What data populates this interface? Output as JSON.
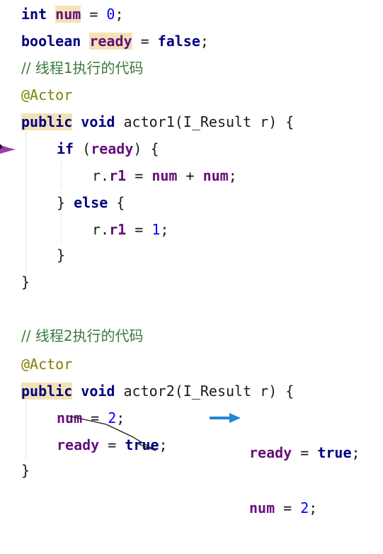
{
  "lines": {
    "l1": {
      "type": "int",
      "name": "num",
      "op": " = ",
      "value": "0",
      "end": ";"
    },
    "l2": {
      "type": "boolean",
      "name": "ready",
      "op": " = ",
      "value": "false",
      "end": ";"
    },
    "l3": {
      "comment": "// 线程1执行的代码"
    },
    "l4": {
      "annotation": "@Actor"
    },
    "l5": {
      "kw1": "public",
      "kw2": "void",
      "sig": "actor1(I_Result r) {"
    },
    "l6": {
      "kw": "if",
      "open": " (",
      "cond": "ready",
      "close": ") {"
    },
    "l7": {
      "pre": "r.",
      "field": "r1",
      "op": " = ",
      "a": "num",
      "plus": " + ",
      "b": "num",
      "end": ";"
    },
    "l8": {
      "brace": "} ",
      "kw": "else",
      "open": " {"
    },
    "l9": {
      "pre": "r.",
      "field": "r1",
      "op": " = ",
      "value": "1",
      "end": ";"
    },
    "l10": {
      "text": "}"
    },
    "l11": {
      "text": "}"
    },
    "l12": {
      "comment": "// 线程2执行的代码"
    },
    "l13": {
      "annotation": "@Actor"
    },
    "l14": {
      "kw1": "public",
      "kw2": "void",
      "sig": "actor2(I_Result r) {"
    },
    "l15": {
      "field": "num",
      "op": " = ",
      "value": "2",
      "end": ";"
    },
    "l16": {
      "field": "ready",
      "op": " = ",
      "value": "true",
      "end": ";"
    },
    "l17": {
      "text": "}"
    }
  },
  "note": {
    "line1": {
      "field": "ready",
      "op": " = ",
      "value": "true",
      "end": ";"
    },
    "line2": {
      "field": "num",
      "op": " = ",
      "value": "2",
      "end": ";"
    }
  },
  "colors": {
    "keyword": "#000080",
    "field": "#660e7a",
    "number": "#0000ff",
    "annotation": "#808000",
    "comment": "#808080",
    "highlight": "#f3e2b6",
    "left_marker": "#9b3ba6",
    "note_arrow": "#1e88d8"
  },
  "icons": {
    "execution_marker": "right-arrow-icon",
    "note_arrow": "right-arrow-icon"
  }
}
